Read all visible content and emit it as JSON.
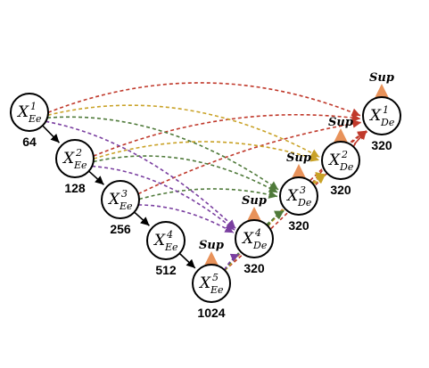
{
  "colors": {
    "red": "#c0392b",
    "gold": "#c9a227",
    "green": "#4f7a3a",
    "purple": "#7a3fa0",
    "sup_arrow": "#e8925a"
  },
  "encoder": [
    {
      "id": "e1",
      "var": "X",
      "sup": "1",
      "sub": "Ee",
      "count": "64"
    },
    {
      "id": "e2",
      "var": "X",
      "sup": "2",
      "sub": "Ee",
      "count": "128"
    },
    {
      "id": "e3",
      "var": "X",
      "sup": "3",
      "sub": "Ee",
      "count": "256"
    },
    {
      "id": "e4",
      "var": "X",
      "sup": "4",
      "sub": "Ee",
      "count": "512"
    },
    {
      "id": "e5",
      "var": "X",
      "sup": "5",
      "sub": "Ee",
      "count": "1024",
      "sup_label": "Sup"
    }
  ],
  "decoder": [
    {
      "id": "d4",
      "var": "X",
      "sup": "4",
      "sub": "De",
      "count": "320",
      "sup_label": "Sup"
    },
    {
      "id": "d3",
      "var": "X",
      "sup": "3",
      "sub": "De",
      "count": "320",
      "sup_label": "Sup"
    },
    {
      "id": "d2",
      "var": "X",
      "sup": "2",
      "sub": "De",
      "count": "320",
      "sup_label": "Sup"
    },
    {
      "id": "d1",
      "var": "X",
      "sup": "1",
      "sub": "De",
      "count": "320",
      "sup_label": "Sup"
    }
  ]
}
